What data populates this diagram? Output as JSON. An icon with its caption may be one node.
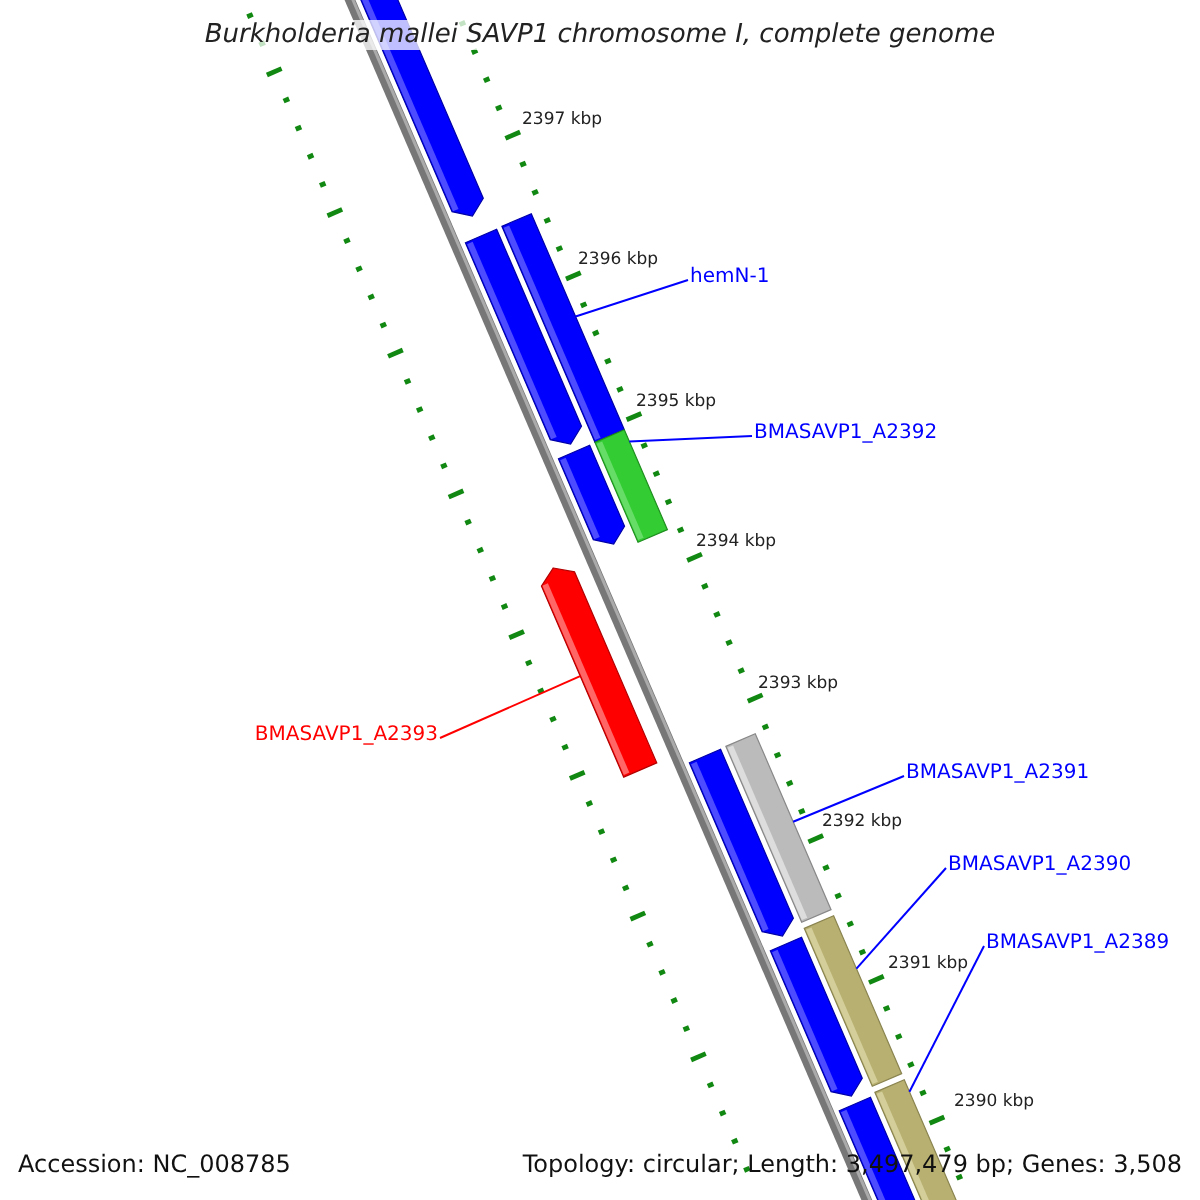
{
  "diagram": {
    "title": "Burkholderia mallei SAVP1 chromosome I, complete genome",
    "nodes": [
      {
        "text": [
          "hemN-1"
        ]
      },
      {
        "text": [],
        "shape": "bar"
      },
      {
        "text": [
          "BMASAVP1_A2392"
        ]
      },
      {
        "text": [],
        "shape": "bar"
      },
      {
        "text": [
          "BMASAVP1_A2393"
        ]
      },
      {
        "text": [],
        "shape": "arrow"
      },
      {
        "text": [
          "BMASAVP1_A2391"
        ]
      },
      {
        "text": [],
        "shape": "bar"
      },
      {
        "text": [
          "BMASAVP1_A2390"
        ]
      },
      {
        "text": [],
        "shape": "bar"
      },
      {
        "text": [
          "BMASAVP1_A2389"
        ]
      },
      {
        "text": [],
        "shape": "bar"
      }
    ],
    "edges": [
      {
        "from": 0,
        "to": 1,
        "arrow": "none"
      },
      {
        "from": 2,
        "to": 3,
        "arrow": "none"
      },
      {
        "from": 4,
        "to": 5,
        "arrow": "none",
        "color": "#ff0000"
      },
      {
        "from": 6,
        "to": 7,
        "arrow": "none"
      },
      {
        "from": 8,
        "to": 9,
        "arrow": "none"
      },
      {
        "from": 10,
        "to": 11,
        "arrow": "none"
      }
    ],
    "labels": [
      "2397 kbp",
      "2396 kbp",
      "2395 kbp",
      "2394 kbp",
      "2393 kbp",
      "2392 kbp",
      "2391 kbp",
      "2390 kbp",
      "Accession: NC_008785",
      "Topology: circular; Length: 3,497,479 bp; Genes: 3,508"
    ]
  }
}
